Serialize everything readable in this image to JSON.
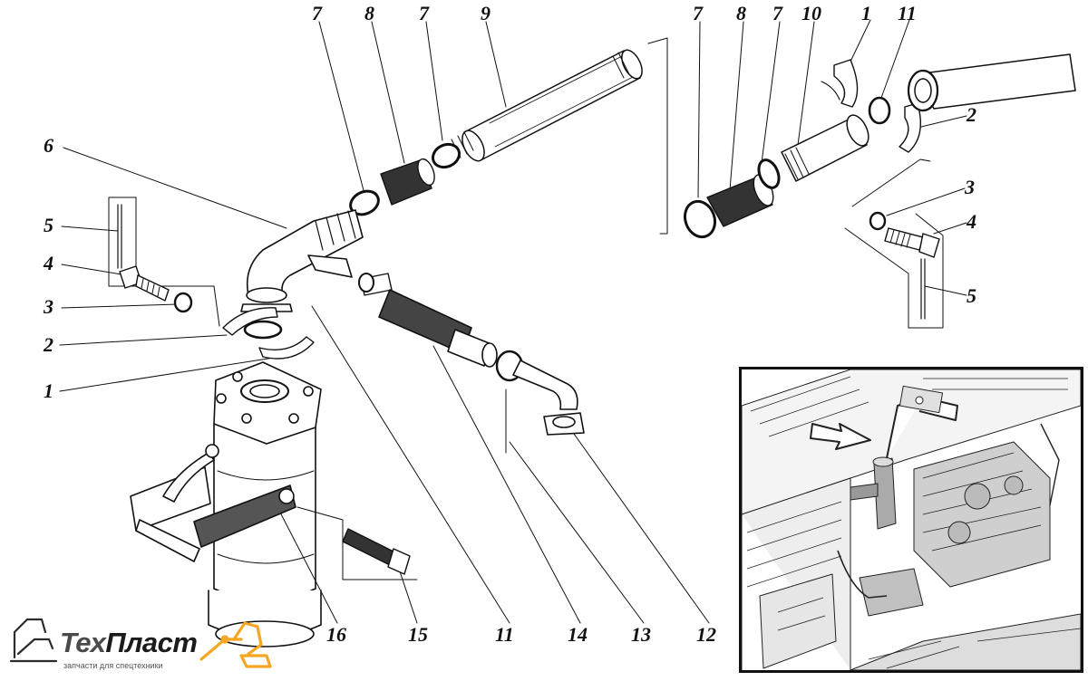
{
  "callouts": {
    "c7a": "7",
    "c8a": "8",
    "c7b": "7",
    "c9": "9",
    "c7c": "7",
    "c8b": "8",
    "c7d": "7",
    "c10": "10",
    "c1a": "1",
    "c11a": "11",
    "c2a": "2",
    "c3a": "3",
    "c4a": "4",
    "c5a": "5",
    "c6": "6",
    "c5b": "5",
    "c4b": "4",
    "c3b": "3",
    "c2b": "2",
    "c1b": "1",
    "c16": "16",
    "c15": "15",
    "c11b": "11",
    "c14": "14",
    "c13": "13",
    "c12": "12"
  },
  "logo": {
    "word_part1": "Тех",
    "word_part2": "Пласт",
    "tagline": "запчасти для спецтехники",
    "colors": {
      "orange": "#f5a623",
      "dark": "#2b2b2b",
      "gray": "#6b6b6b"
    }
  },
  "icons": {
    "logo_left": "excavator-icon",
    "logo_right": "loader-bucket-icon"
  }
}
